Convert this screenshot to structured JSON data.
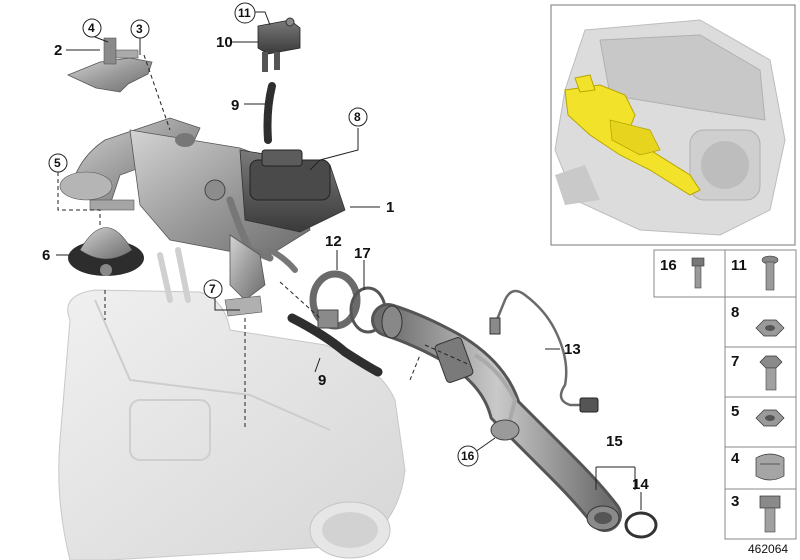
{
  "diagram_id": "462064",
  "callouts": {
    "c1": "1",
    "c2": "2",
    "c3": "3",
    "c4": "4",
    "c5": "5",
    "c6": "6",
    "c7": "7",
    "c8": "8",
    "c9a": "9",
    "c9b": "9",
    "c10": "10",
    "c11": "11",
    "c12": "12",
    "c13": "13",
    "c14": "14",
    "c15": "15",
    "c16": "16",
    "c17": "17"
  },
  "legend": {
    "l16": "16",
    "l11": "11",
    "l8": "8",
    "l7": "7",
    "l5": "5",
    "l4": "4",
    "l3": "3"
  },
  "colors": {
    "highlight": "#f2e32a",
    "part_gray": "#9a9a9a",
    "ghost_gray": "#e2e2e2",
    "line": "#222222"
  }
}
